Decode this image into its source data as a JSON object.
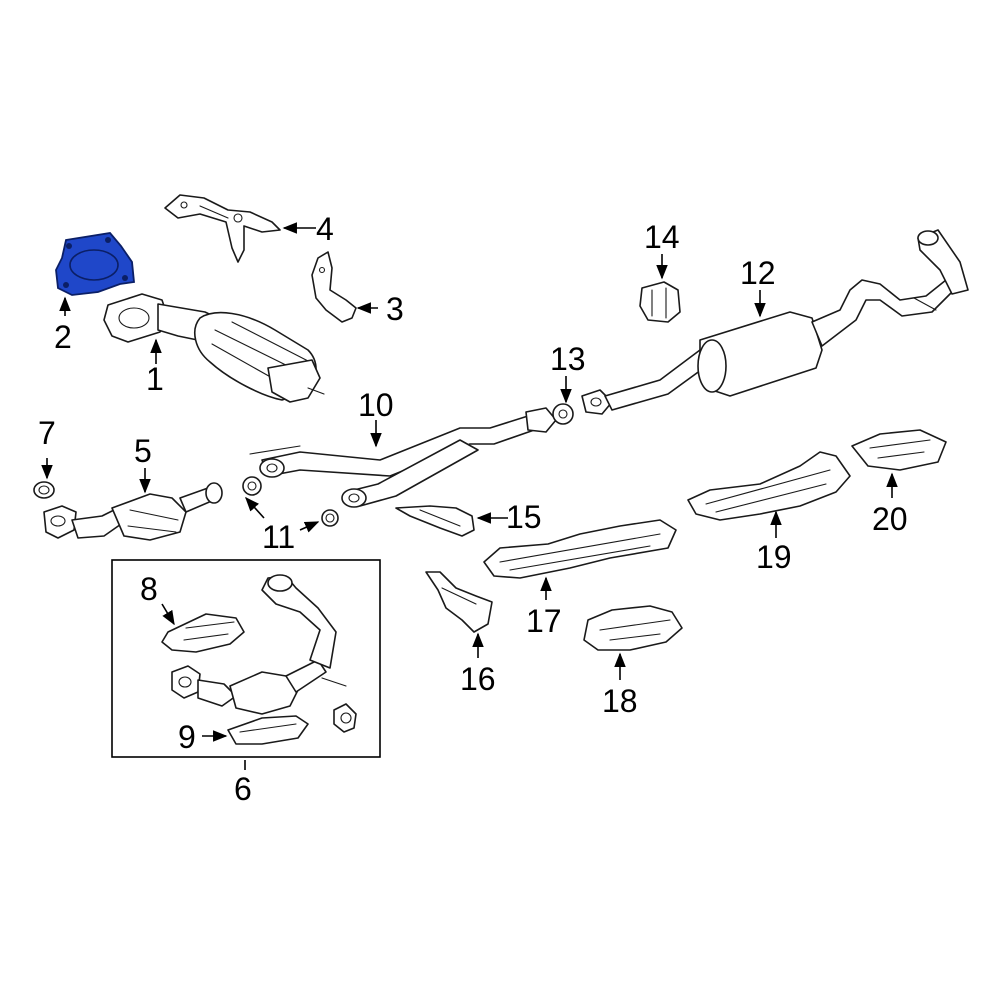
{
  "diagram": {
    "highlight_color": "#1f47c9",
    "callouts": [
      {
        "id": "c1",
        "label": "1"
      },
      {
        "id": "c2",
        "label": "2"
      },
      {
        "id": "c3",
        "label": "3"
      },
      {
        "id": "c4",
        "label": "4"
      },
      {
        "id": "c5",
        "label": "5"
      },
      {
        "id": "c6",
        "label": "6"
      },
      {
        "id": "c7",
        "label": "7"
      },
      {
        "id": "c8",
        "label": "8"
      },
      {
        "id": "c9",
        "label": "9"
      },
      {
        "id": "c10",
        "label": "10"
      },
      {
        "id": "c11",
        "label": "11"
      },
      {
        "id": "c12",
        "label": "12"
      },
      {
        "id": "c13",
        "label": "13"
      },
      {
        "id": "c14",
        "label": "14"
      },
      {
        "id": "c15",
        "label": "15"
      },
      {
        "id": "c16",
        "label": "16"
      },
      {
        "id": "c17",
        "label": "17"
      },
      {
        "id": "c18",
        "label": "18"
      },
      {
        "id": "c19",
        "label": "19"
      },
      {
        "id": "c20",
        "label": "20"
      }
    ]
  }
}
